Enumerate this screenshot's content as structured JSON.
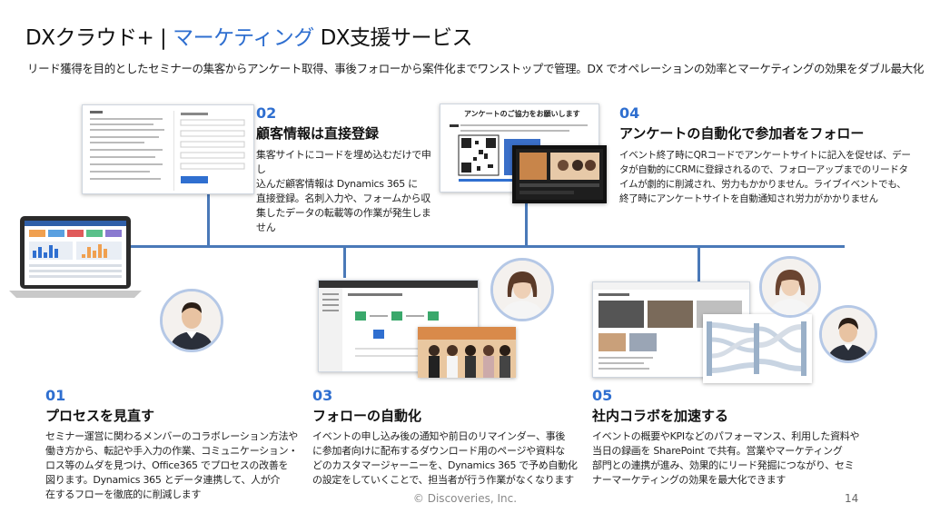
{
  "header": {
    "title_prefix": "DXクラウド+ | ",
    "title_accent": "マーケティング",
    "title_suffix": " DX支援サービス",
    "subtitle": "リード獲得を目的としたセミナーの集客からアンケート取得、事後フォローから案件化までワンストップで管理。DX でオペレーションの効率とマーケティングの効果をダブル最大化"
  },
  "sections": {
    "s01": {
      "num": "01",
      "title": "プロセスを見直す",
      "lines": [
        "セミナー運営に関わるメンバーのコラボレーション方法や",
        "働き方から、転記や手入力の作業、コミュニケーション・",
        "ロス等のムダを見つけ、Office365 でプロセスの改善を",
        "図ります。Dynamics 365 とデータ連携して、人が介",
        "在するフローを徹底的に削減します"
      ]
    },
    "s02": {
      "num": "02",
      "title": "顧客情報は直接登録",
      "lines": [
        "集客サイトにコードを埋め込むだけで申し",
        "込んだ顧客情報は Dynamics 365 に",
        "直接登録。名刺入力や、フォームから収",
        "集したデータの転載等の作業が発生しま",
        "せん"
      ]
    },
    "s03": {
      "num": "03",
      "title": "フォローの自動化",
      "lines": [
        "イベントの申し込み後の通知や前日のリマインダー、事後",
        "に参加者向けに配布するダウンロード用のページや資料な",
        "どのカスタマージャーニーを、Dynamics 365 で予め自動化",
        "の設定をしていくことで、担当者が行う作業がなくなります"
      ]
    },
    "s04": {
      "num": "04",
      "title": "アンケートの自動化で参加者をフォロー",
      "lines": [
        "イベント終了時にQRコードでアンケートサイトに記入を促せば、デー",
        "タが自動的にCRMに登録されるので、フォローアップまでのリードタ",
        "イムが劇的に削減され、労力もかかりません。ライブイベントでも、",
        "終了時にアンケートサイトを自動通知され労力がかかりません"
      ]
    },
    "s05": {
      "num": "05",
      "title": "社内コラボを加速する",
      "lines": [
        "イベントの概要やKPIなどのパフォーマンス、利用した資料や",
        "当日の録画を SharePoint で共有。営業やマーケティング",
        "部門との連携が進み、効果的にリード発掘につながり、セミ",
        "ナーマーケティングの効果を最大化できます"
      ]
    }
  },
  "survey_card": {
    "heading": "アンケートのご協力をお願いします"
  },
  "footer": {
    "copyright": "© Discoveries, Inc.",
    "page_number": "14"
  },
  "colors": {
    "accent": "#2f6fd0",
    "timeline": "#4a79b8"
  }
}
